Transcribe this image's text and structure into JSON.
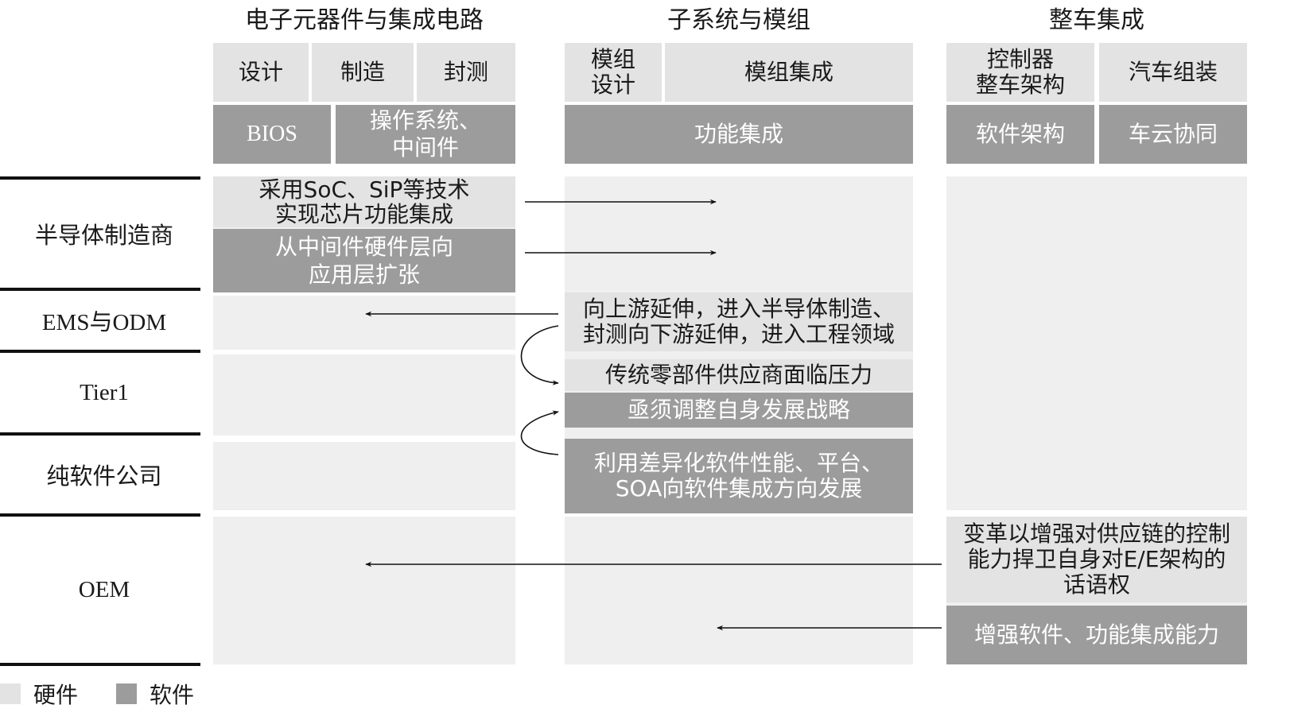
{
  "columns": [
    {
      "title": "电子元器件与集成电路"
    },
    {
      "title": "子系统与模组"
    },
    {
      "title": "整车集成"
    }
  ],
  "header_hw": {
    "design": "设计",
    "manufacture": "制造",
    "packaging_test": "封测",
    "module_design": "模组\n设计",
    "module_integration": "模组集成",
    "controller_arch": "控制器\n整车架构",
    "vehicle_assembly": "汽车组装"
  },
  "header_sw": {
    "bios": "BIOS",
    "os_middleware": "操作系统、\n中间件",
    "function_integration": "功能集成",
    "software_arch": "软件架构",
    "vehicle_cloud": "车云协同"
  },
  "rows": [
    {
      "label": "半导体制造商"
    },
    {
      "label": "EMS与ODM"
    },
    {
      "label": "Tier1"
    },
    {
      "label": "纯软件公司"
    },
    {
      "label": "OEM"
    }
  ],
  "notes": {
    "semi_hw": "采用SoC、SiP等技术\n实现芯片功能集成",
    "semi_sw": "从中间件硬件层向\n应用层扩张",
    "ems_hw": "向上游延伸，进入半导体制造、\n封测向下游延伸，进入工程领域",
    "tier1_hw": "传统零部件供应商面临压力",
    "tier1_sw": "亟须调整自身发展战略",
    "pure_sw": "利用差异化软件性能、平台、\nSOA向软件集成方向发展",
    "oem_hw": "变革以增强对供应链的控制\n能力捍卫自身对E/E架构的\n话语权",
    "oem_sw": "增强软件、功能集成能力"
  },
  "legend": {
    "hardware": "硬件",
    "software": "软件"
  },
  "colors": {
    "hardware": "#e3e3e3",
    "software": "#9c9c9c",
    "background": "#efefef",
    "line": "#111111"
  }
}
